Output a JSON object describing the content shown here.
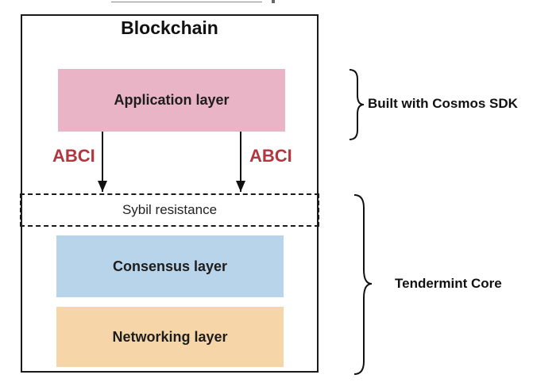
{
  "diagram": {
    "title": "Blockchain",
    "layers": {
      "application": "Application layer",
      "sybil": "Sybil resistance",
      "consensus": "Consensus layer",
      "networking": "Networking layer"
    },
    "interface_label_left": "ABCI",
    "interface_label_right": "ABCI",
    "groups": {
      "cosmos": "Built with Cosmos SDK",
      "tendermint": "Tendermint Core"
    },
    "colors": {
      "application": "#e8b4c6",
      "consensus": "#b8d4ea",
      "networking": "#f6d6a8",
      "abci": "#b5353e"
    }
  }
}
